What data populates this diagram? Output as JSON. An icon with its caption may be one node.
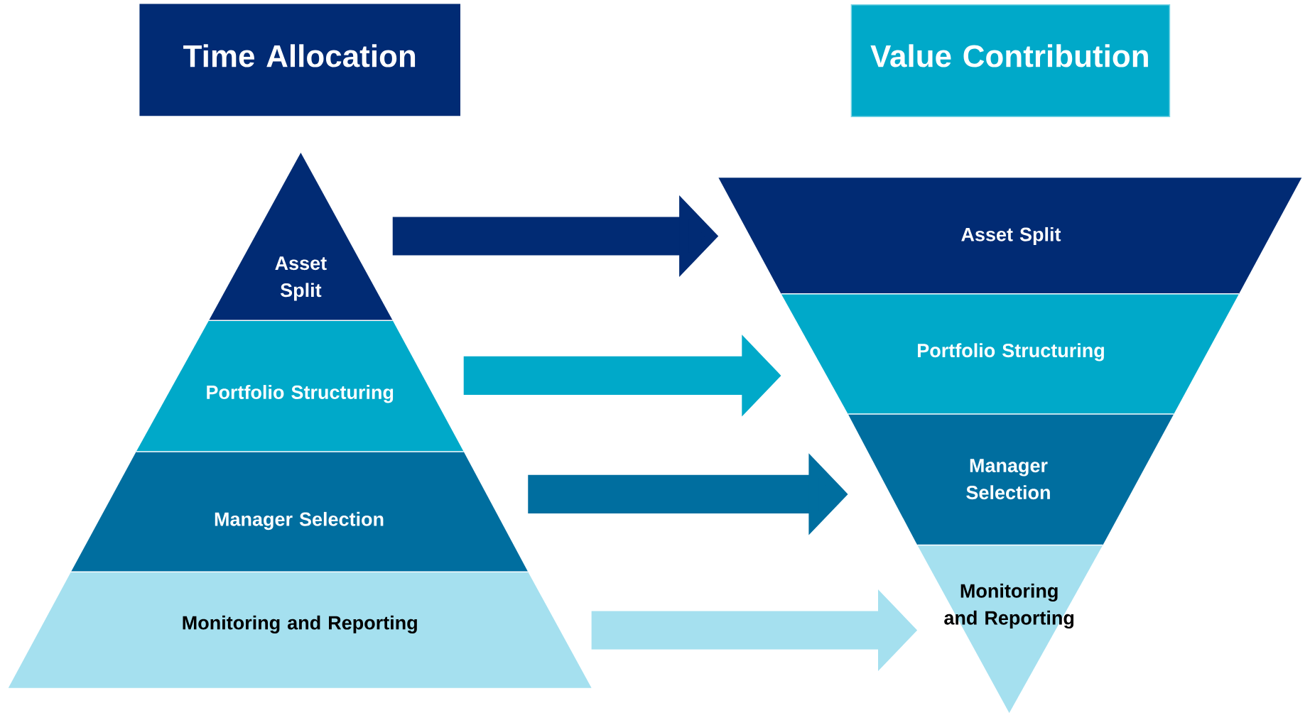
{
  "diagram": {
    "nodes": [
      {
        "text": [
          "Time Allocation"
        ]
      },
      {
        "text": [
          "Value Contribution"
        ]
      },
      {
        "text": [
          "Asset Split"
        ]
      },
      {
        "text": [
          "Portfolio Structuring"
        ]
      },
      {
        "text": [
          "Manager Selection"
        ]
      },
      {
        "text": [
          "Monitoring and Reporting"
        ]
      },
      {
        "text": [
          "Asset Split"
        ]
      },
      {
        "text": [
          "Portfolio Structuring"
        ]
      },
      {
        "text": [
          "Manager Selection"
        ]
      },
      {
        "text": [
          "Monitoring and Reporting"
        ]
      }
    ],
    "edges": [
      {
        "from": 2,
        "to": 6,
        "arrow": "to",
        "color": "#012b74"
      },
      {
        "from": 3,
        "to": 7,
        "arrow": "to",
        "color": "#00a9c9"
      },
      {
        "from": 4,
        "to": 8,
        "arrow": "to",
        "color": "#006e9f"
      },
      {
        "from": 5,
        "to": 9,
        "arrow": "to",
        "color": "#a5e0ef"
      }
    ]
  }
}
